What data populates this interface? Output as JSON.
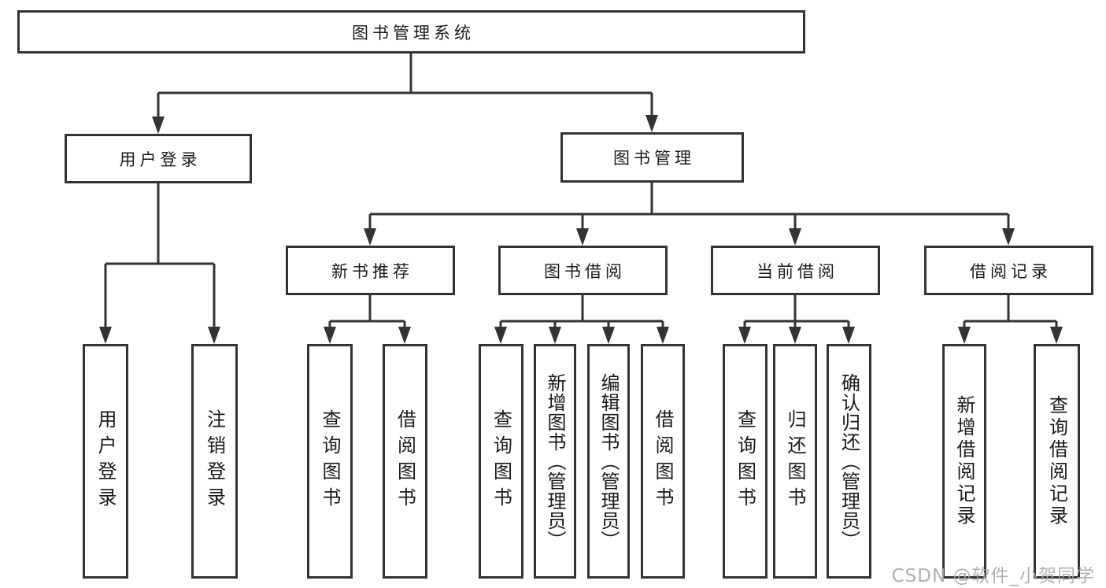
{
  "diagram": {
    "title_node": {
      "label": "图书管理系统"
    },
    "level2": [
      {
        "id": "user-login",
        "label": "用户登录"
      },
      {
        "id": "book-management",
        "label": "图书管理"
      }
    ],
    "level3": [
      {
        "id": "new-book-recommend",
        "label": "新书推荐",
        "parent": "图书管理"
      },
      {
        "id": "book-borrowing",
        "label": "图书借阅",
        "parent": "图书管理"
      },
      {
        "id": "current-borrowing",
        "label": "当前借阅",
        "parent": "图书管理"
      },
      {
        "id": "borrowing-records",
        "label": "借阅记录",
        "parent": "图书管理"
      }
    ],
    "leaves": [
      {
        "id": "user-login-action",
        "label": "用户登录",
        "parent": "用户登录"
      },
      {
        "id": "logout-action",
        "label": "注销登录",
        "parent": "用户登录"
      },
      {
        "id": "query-books-recommend",
        "label": "查询图书",
        "parent": "新书推荐"
      },
      {
        "id": "borrow-books-recommend",
        "label": "借阅图书",
        "parent": "新书推荐"
      },
      {
        "id": "query-books-borrowing",
        "label": "查询图书",
        "parent": "图书借阅"
      },
      {
        "id": "add-books-admin",
        "label": "新增图书（管理员）",
        "parent": "图书借阅"
      },
      {
        "id": "edit-books-admin",
        "label": "编辑图书（管理员）",
        "parent": "图书借阅"
      },
      {
        "id": "borrow-books-borrowing",
        "label": "借阅图书",
        "parent": "图书借阅"
      },
      {
        "id": "query-books-current",
        "label": "查询图书",
        "parent": "当前借阅"
      },
      {
        "id": "return-books",
        "label": "归还图书",
        "parent": "当前借阅"
      },
      {
        "id": "confirm-return-admin",
        "label": "确认归还（管理员）",
        "parent": "当前借阅"
      },
      {
        "id": "add-borrow-record",
        "label": "新增借阅记录",
        "parent": "借阅记录"
      },
      {
        "id": "query-borrow-record",
        "label": "查询借阅记录",
        "parent": "借阅记录"
      }
    ],
    "colors": {
      "line": "#333333",
      "box_border": "#333333",
      "text": "#1a1a1a",
      "background": "#ffffff",
      "watermark": "#a8a8a8"
    }
  },
  "watermark": {
    "text": "CSDN @软件_小贺同学"
  }
}
